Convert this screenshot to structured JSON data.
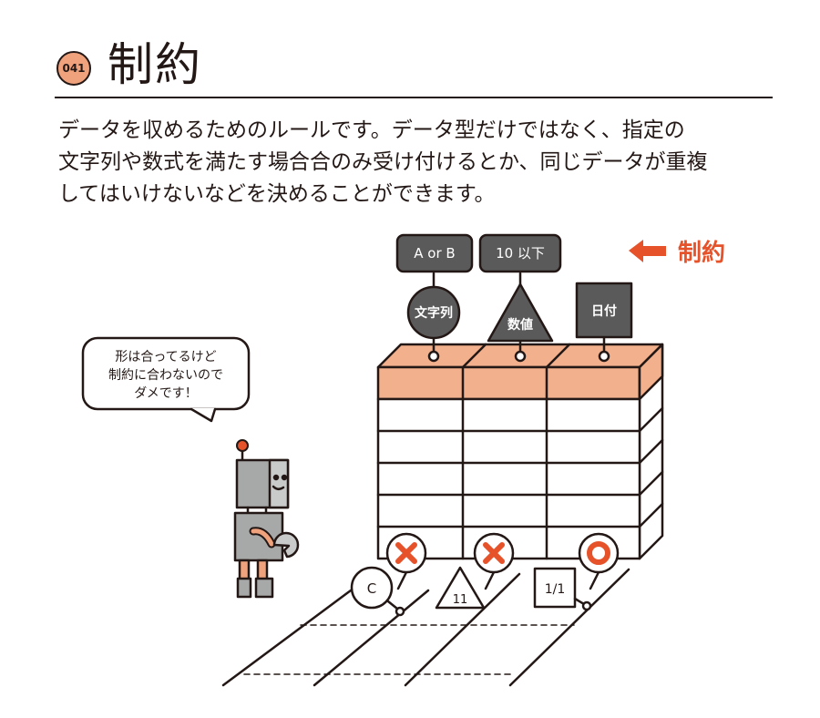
{
  "header": {
    "number": "041",
    "title": "制約"
  },
  "description": [
    "データを収めるためのルールです。データ型だけではなく、指定の",
    "文字列や数式を満たす場合合のみ受け付けるとか、同じデータが重複",
    "してはいけないなどを決めることができます。"
  ],
  "diagram": {
    "rules": {
      "string": "A or B",
      "number": "10 以下"
    },
    "columns": {
      "string": "文字列",
      "number": "数値",
      "date": "日付"
    },
    "constraint_label": "制約",
    "speech": [
      "形は合ってるけど",
      "制約に合わないので",
      "ダメです！"
    ],
    "inputs": {
      "string": "C",
      "number": "11",
      "date": "1/1"
    },
    "results": {
      "string": "×",
      "number": "×",
      "date": "○"
    },
    "colors": {
      "accent": "#e6522a",
      "header_fill": "#f2b08d",
      "ink": "#231815",
      "robot_gray": "#a7a8a8"
    }
  }
}
